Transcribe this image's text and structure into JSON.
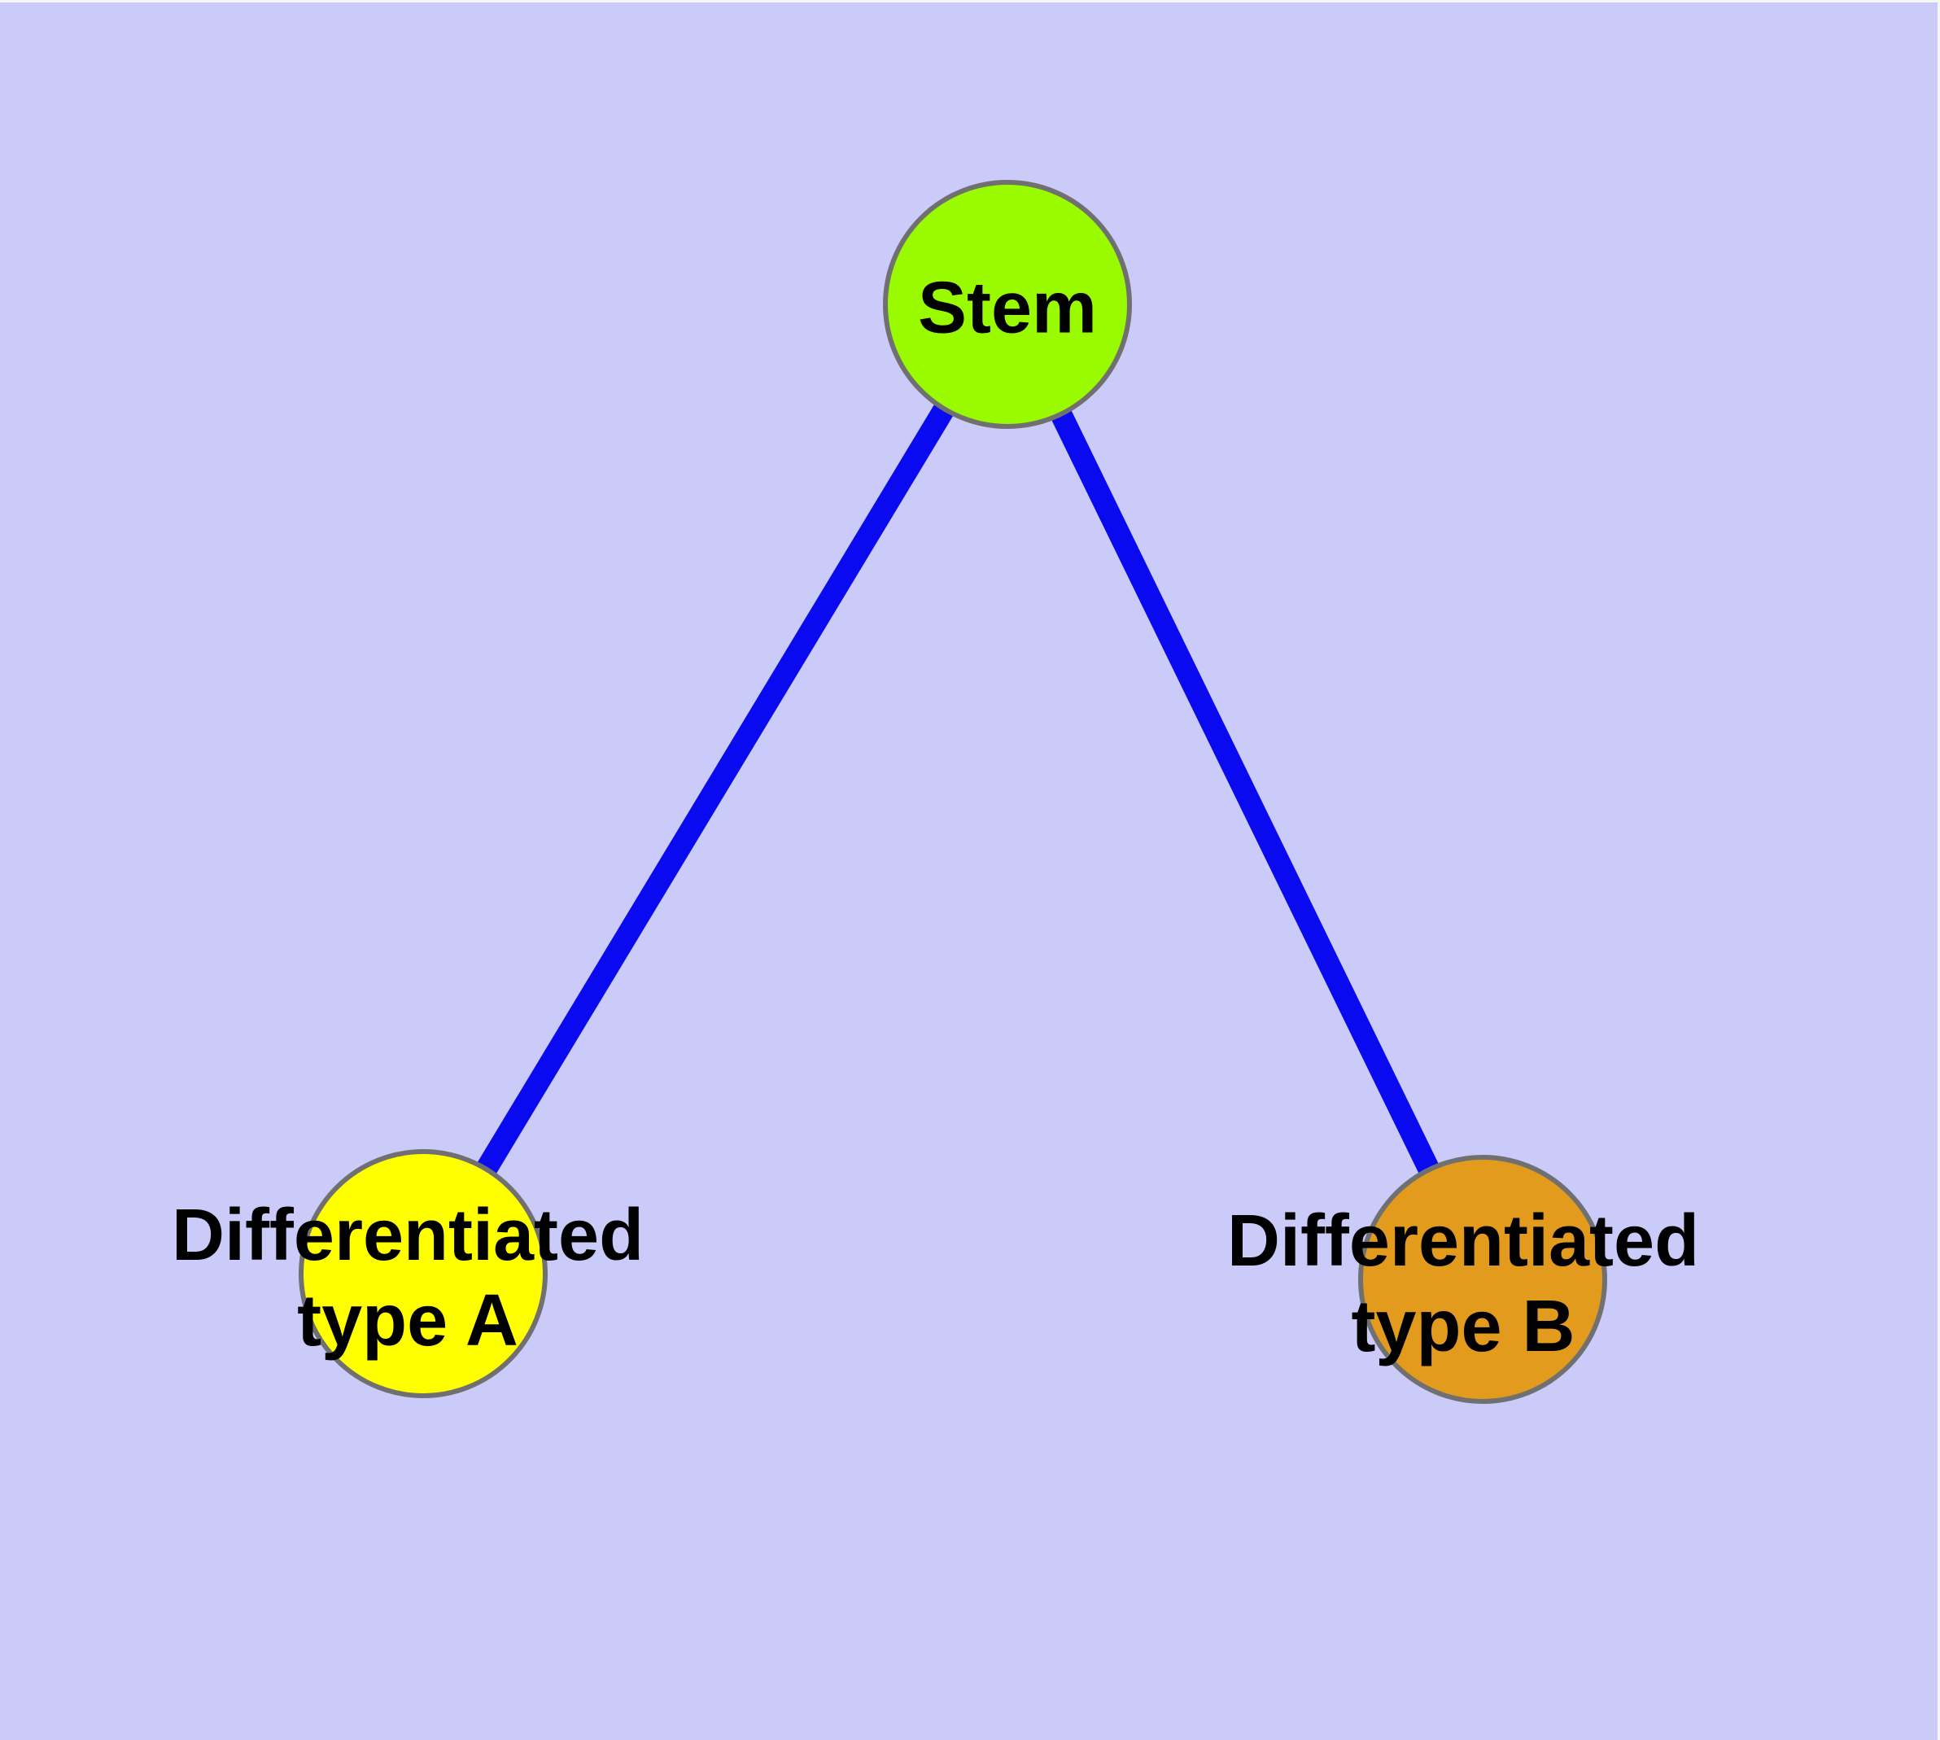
{
  "diagram": {
    "nodes": [
      {
        "id": "stem",
        "label": "Stem",
        "fill": "#9AFA00"
      },
      {
        "id": "type-a",
        "label": "Differentiated\ntype A",
        "fill": "#FFFF00"
      },
      {
        "id": "type-b",
        "label": "Differentiated\ntype B",
        "fill": "#E39B1E"
      }
    ],
    "edges": [
      {
        "from": "stem",
        "to": "type-a"
      },
      {
        "from": "stem",
        "to": "type-b"
      }
    ]
  },
  "colors": {
    "background": "#CBCBF9",
    "edge": "#0A0AF0",
    "node_border": "#707070",
    "label_text": "#000000"
  }
}
